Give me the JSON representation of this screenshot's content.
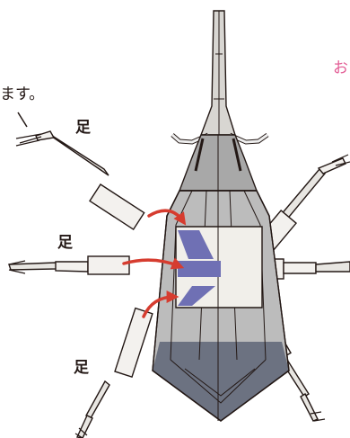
{
  "intro_text_cut": "ます。",
  "pink_note_cut": "お",
  "leg_labels": [
    "足",
    "足",
    "足"
  ],
  "colors": {
    "arrow": "#d63c2f",
    "blue_fold": "#6f70b4",
    "pink_text": "#e25a93",
    "body_gray": "#bcbcbc"
  }
}
